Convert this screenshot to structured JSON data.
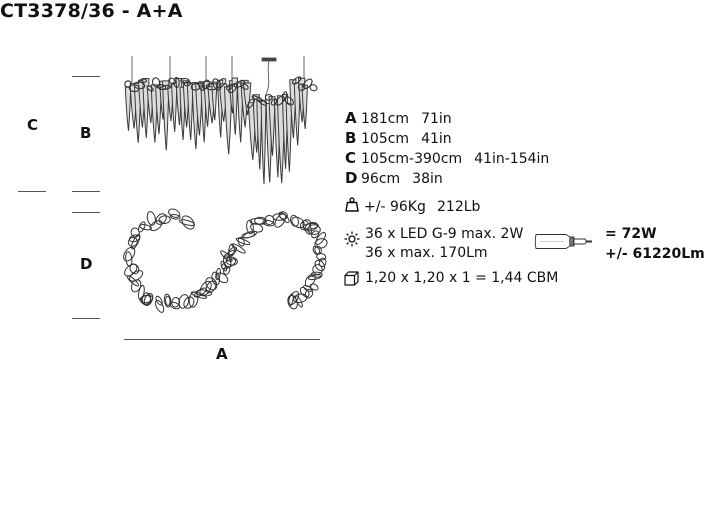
{
  "product": {
    "code": "CT3378/36 - A+A"
  },
  "dimension_labels": {
    "a": "A",
    "b": "B",
    "c": "C",
    "d": "D"
  },
  "dimensions": [
    {
      "key": "A",
      "metric": "181cm",
      "imperial": "71in"
    },
    {
      "key": "B",
      "metric": "105cm",
      "imperial": "41in"
    },
    {
      "key": "C",
      "metric": "105cm-390cm",
      "imperial": "41in-154in"
    },
    {
      "key": "D",
      "metric": "96cm",
      "imperial": "38in"
    }
  ],
  "weight": {
    "metric": "+/- 96Kg",
    "imperial": "212Lb"
  },
  "lighting": {
    "line1": "36 x LED G-9 max. 2W",
    "line2": "36 x max. 170Lm",
    "total_power": "= 72W",
    "total_lumen": "+/- 61220Lm"
  },
  "packaging": {
    "volume": "1,20 x 1,20 x 1 = 1,44 CBM"
  },
  "icons": {
    "weight": "weight-icon",
    "light": "light-bulb-icon",
    "bulb": "g9-bulb-icon",
    "box": "package-box-icon"
  },
  "colors": {
    "text": "#111111",
    "line": "#555555"
  }
}
